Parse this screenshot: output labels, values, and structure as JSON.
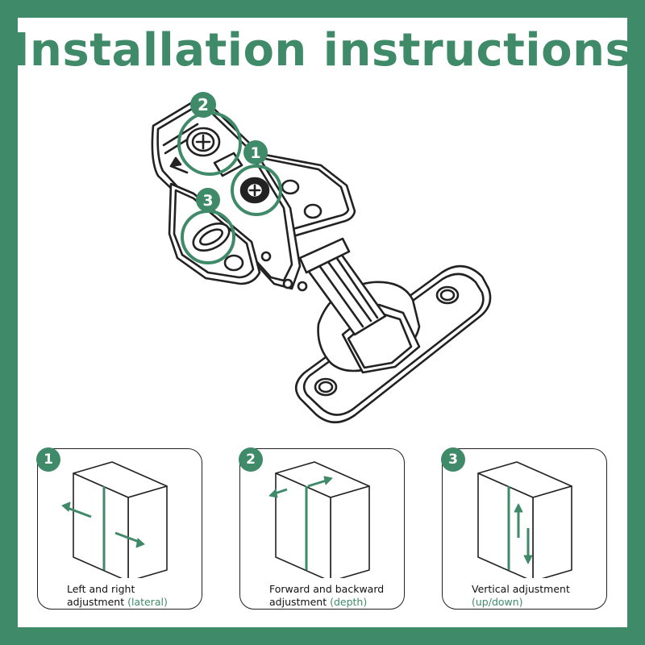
{
  "title": "Installation instructions",
  "colors": {
    "accent": "#3f8a68",
    "line": "#222222",
    "background": "#ffffff"
  },
  "callouts": [
    "2",
    "1",
    "3"
  ],
  "panels": [
    {
      "number": "1",
      "line1": "Left and right",
      "line2": "adjustment",
      "highlight": "(lateral)"
    },
    {
      "number": "2",
      "line1": "Forward and backward",
      "line2": "adjustment",
      "highlight": "(depth)"
    },
    {
      "number": "3",
      "line1": "Vertical adjustment",
      "line2": "",
      "highlight": "(up/down)"
    }
  ]
}
